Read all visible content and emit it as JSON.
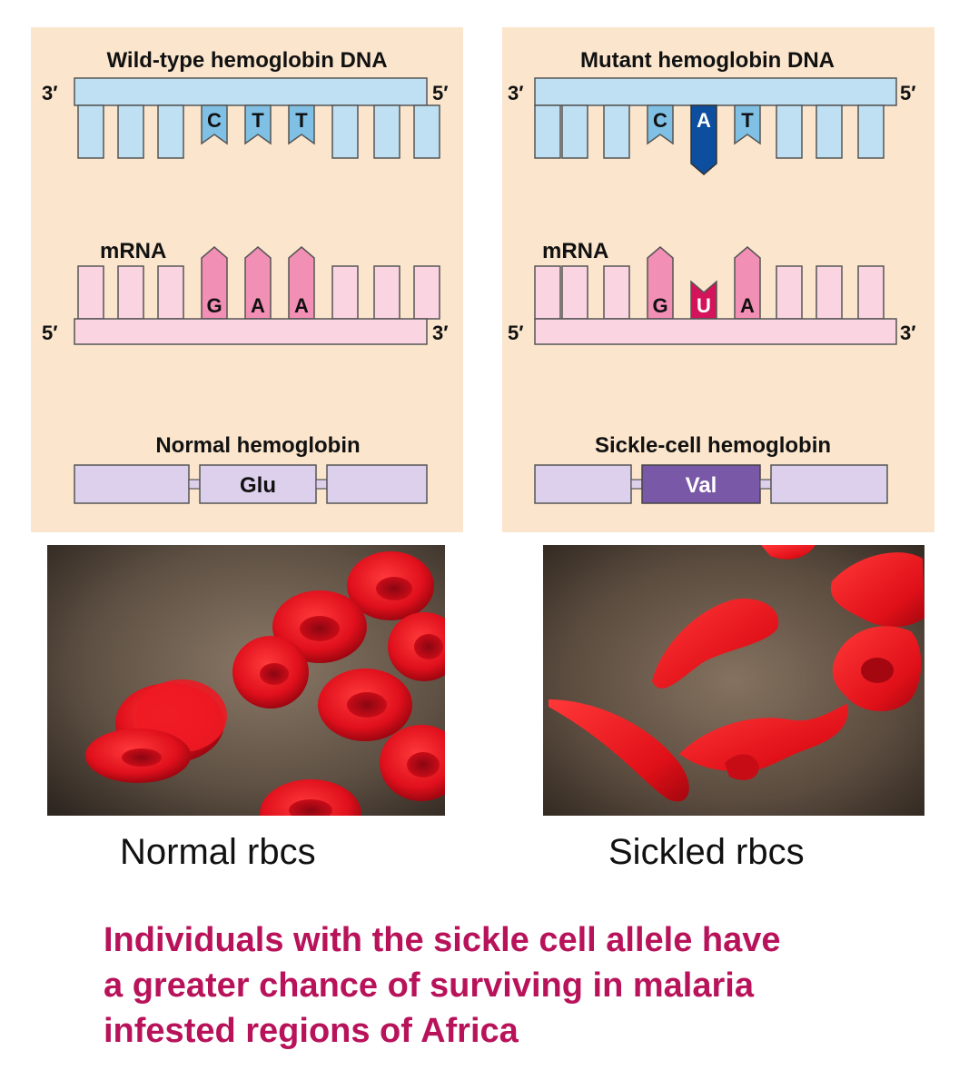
{
  "colors": {
    "panel": "#fbe6cd",
    "dna_strand": "#bfe0f2",
    "dna_base": "#7fc0e4",
    "dna_mutant_base": "#0d4e9e",
    "mrna_strand": "#fbd4e2",
    "mrna_base": "#f28fb4",
    "mrna_mutant_base": "#d4145a",
    "protein": "#dcd0ec",
    "protein_val": "#7a58a8",
    "note_text": "#b8135a"
  },
  "wild_type": {
    "dna_title": "Wild-type hemoglobin DNA",
    "dna_end_left": "3′",
    "dna_end_right": "5′",
    "dna_bases": [
      "C",
      "T",
      "T"
    ],
    "mrna_label": "mRNA",
    "mrna_bases": [
      "G",
      "A",
      "A"
    ],
    "mrna_end_left": "5′",
    "mrna_end_right": "3′",
    "protein_title": "Normal hemoglobin",
    "amino_acid": "Glu"
  },
  "mutant": {
    "dna_title": "Mutant hemoglobin DNA",
    "dna_end_left": "3′",
    "dna_end_right": "5′",
    "dna_bases": [
      "C",
      "A",
      "T"
    ],
    "mrna_label": "mRNA",
    "mrna_bases": [
      "G",
      "U",
      "A"
    ],
    "mrna_end_left": "5′",
    "mrna_end_right": "3′",
    "protein_title": "Sickle-cell hemoglobin",
    "amino_acid": "Val"
  },
  "photos": {
    "left_caption": "Normal rbcs",
    "right_caption": "Sickled rbcs"
  },
  "note": {
    "lines": [
      "Individuals with the sickle cell allele have",
      "a greater chance of surviving in malaria",
      "infested regions of Africa"
    ]
  }
}
